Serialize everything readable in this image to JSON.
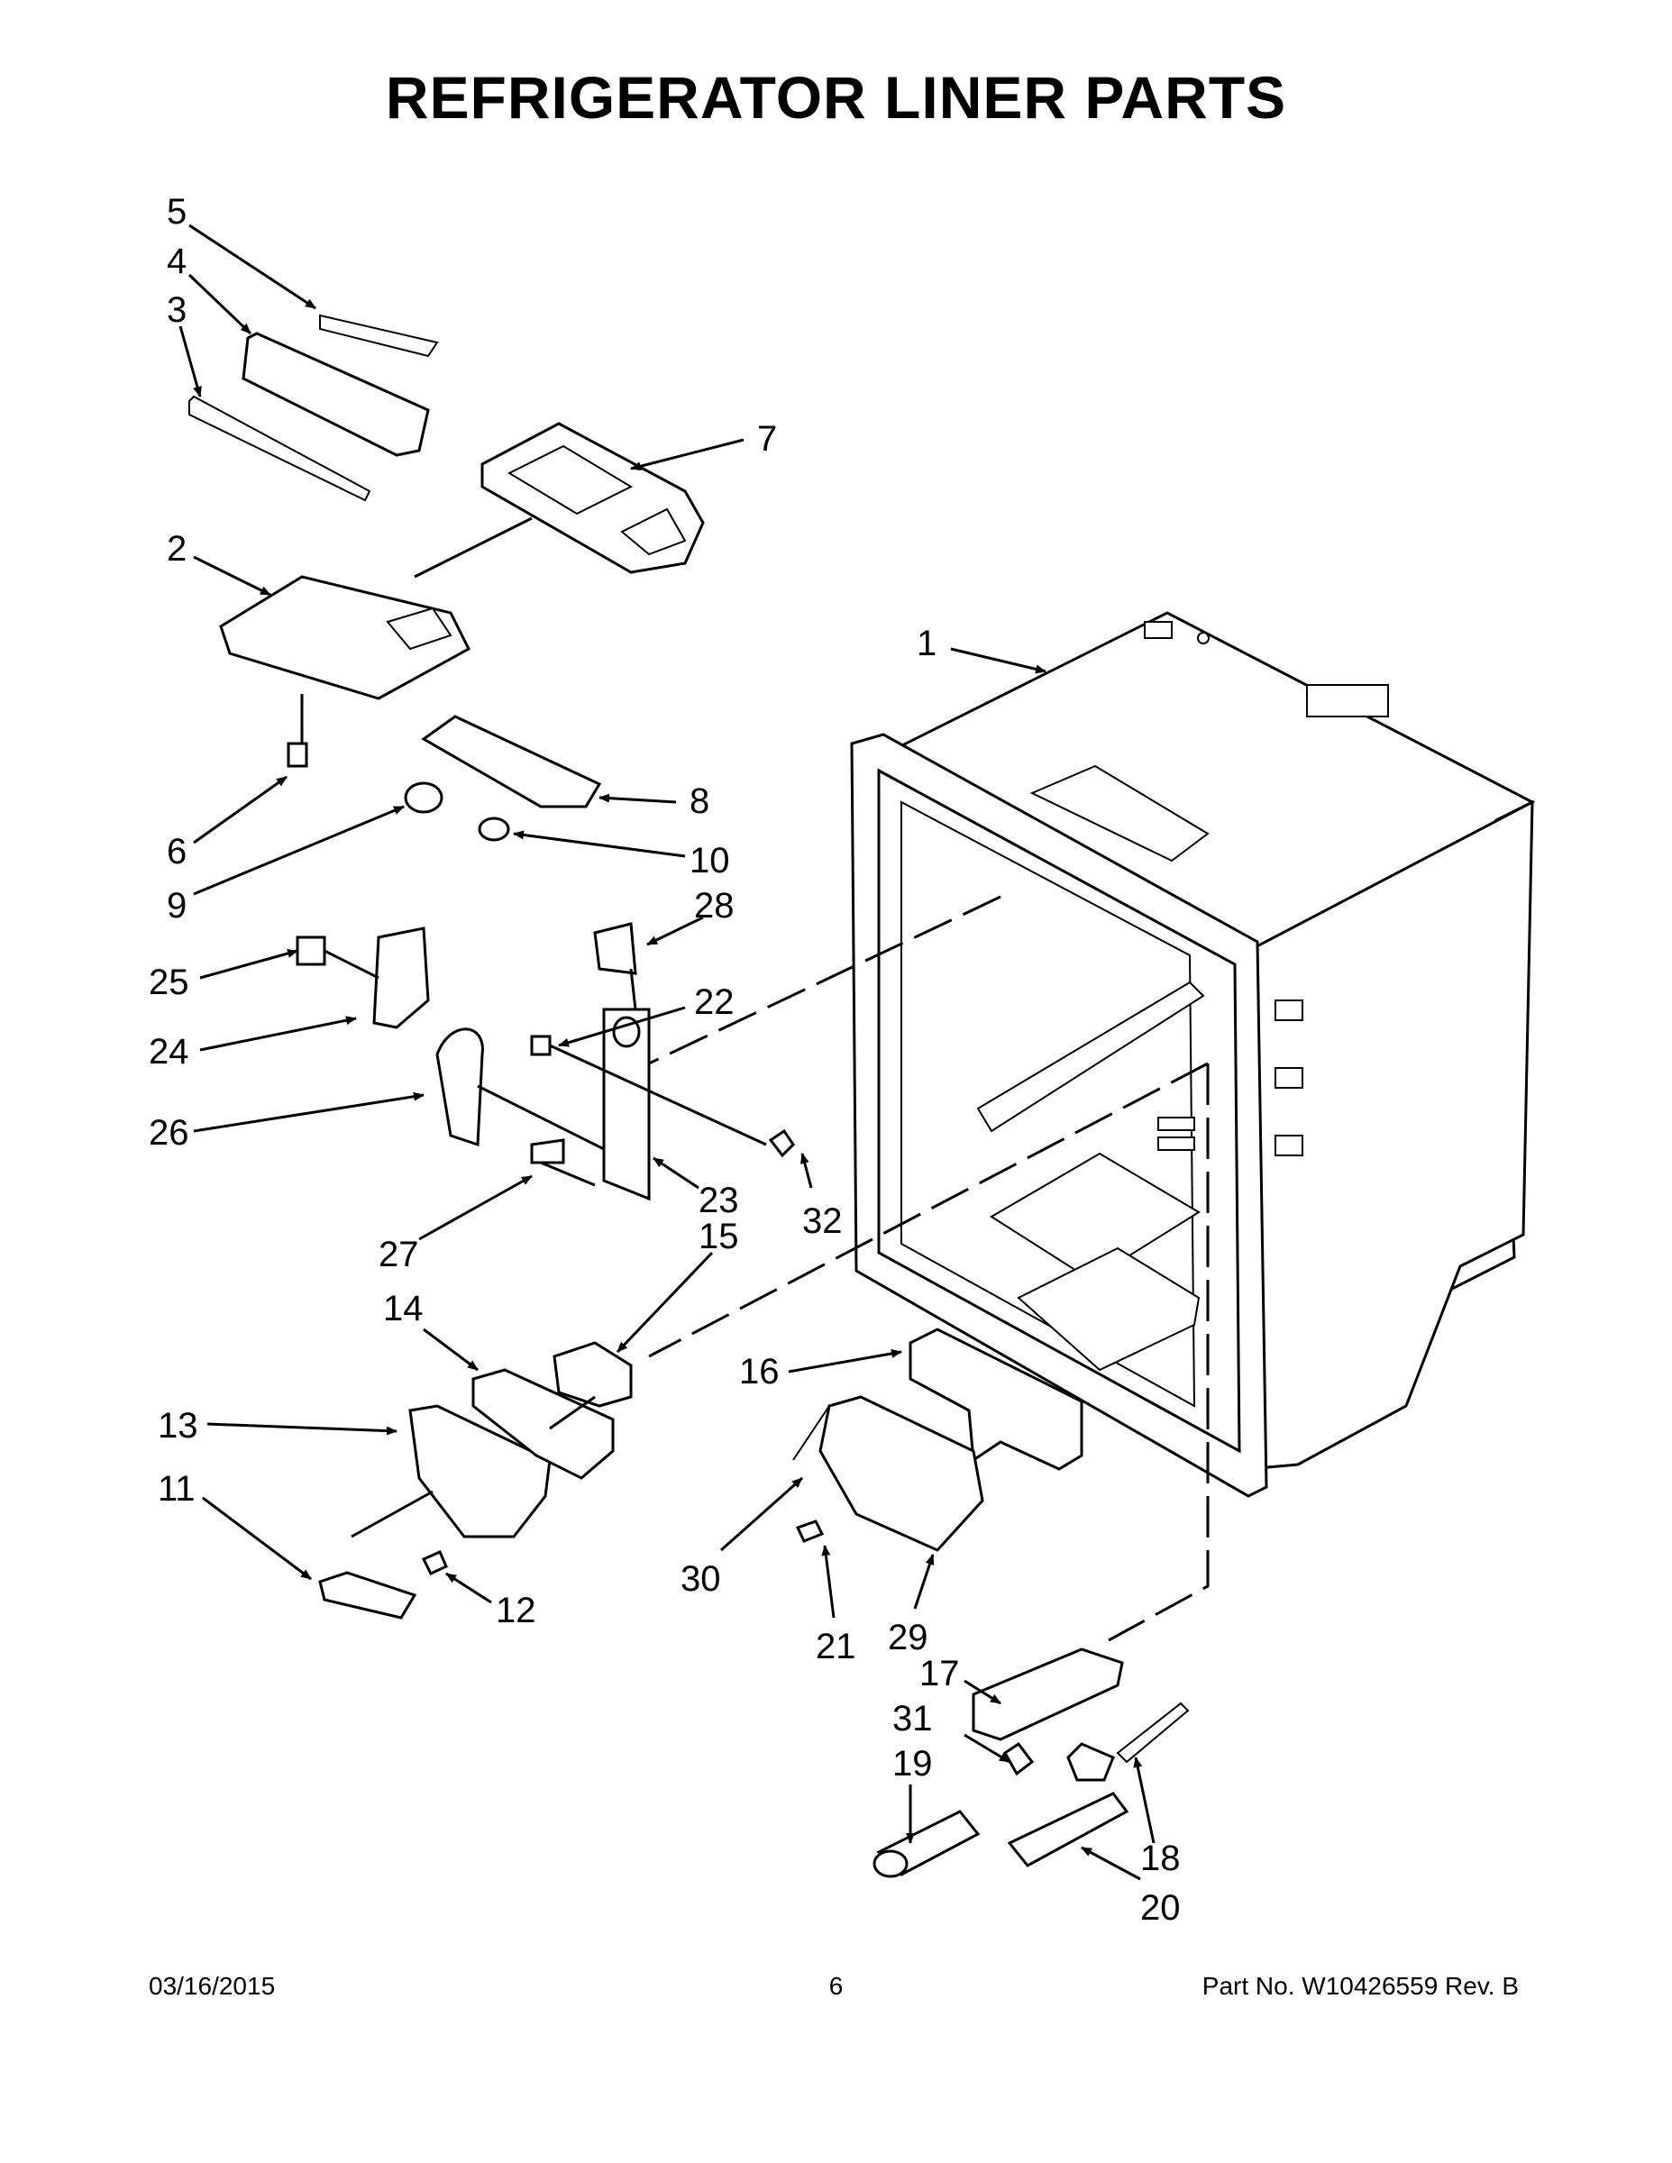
{
  "header": {
    "title": "REFRIGERATOR LINER PARTS"
  },
  "footer": {
    "date": "03/16/2015",
    "page_number": "6",
    "part_number": "Part No.  W10426559  Rev.  B"
  },
  "callouts": [
    {
      "id": "c1",
      "label": "1"
    },
    {
      "id": "c2",
      "label": "2"
    },
    {
      "id": "c3",
      "label": "3"
    },
    {
      "id": "c4",
      "label": "4"
    },
    {
      "id": "c5",
      "label": "5"
    },
    {
      "id": "c6",
      "label": "6"
    },
    {
      "id": "c7",
      "label": "7"
    },
    {
      "id": "c8",
      "label": "8"
    },
    {
      "id": "c9",
      "label": "9"
    },
    {
      "id": "c10",
      "label": "10"
    },
    {
      "id": "c11",
      "label": "11"
    },
    {
      "id": "c12",
      "label": "12"
    },
    {
      "id": "c13",
      "label": "13"
    },
    {
      "id": "c14",
      "label": "14"
    },
    {
      "id": "c15",
      "label": "15"
    },
    {
      "id": "c16",
      "label": "16"
    },
    {
      "id": "c17",
      "label": "17"
    },
    {
      "id": "c18",
      "label": "18"
    },
    {
      "id": "c19",
      "label": "19"
    },
    {
      "id": "c20",
      "label": "20"
    },
    {
      "id": "c21",
      "label": "21"
    },
    {
      "id": "c22",
      "label": "22"
    },
    {
      "id": "c23",
      "label": "23"
    },
    {
      "id": "c24",
      "label": "24"
    },
    {
      "id": "c25",
      "label": "25"
    },
    {
      "id": "c26",
      "label": "26"
    },
    {
      "id": "c27",
      "label": "27"
    },
    {
      "id": "c28",
      "label": "28"
    },
    {
      "id": "c29",
      "label": "29"
    },
    {
      "id": "c30",
      "label": "30"
    },
    {
      "id": "c31",
      "label": "31"
    },
    {
      "id": "c32",
      "label": "32"
    }
  ]
}
